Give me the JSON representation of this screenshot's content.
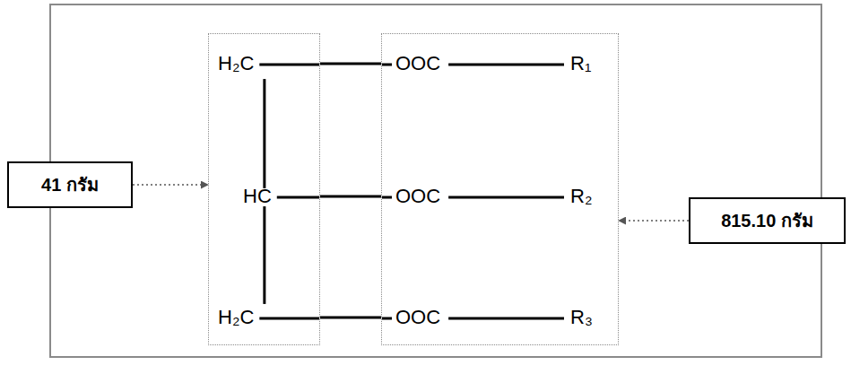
{
  "diagram": {
    "nodes": [
      {
        "text": [
          "41 กรัม"
        ]
      },
      {
        "text": [
          "H₂C",
          "HC",
          "H₂C"
        ]
      },
      {
        "text": [
          "OOC",
          "R₁",
          "OOC",
          "R₂",
          "OOC",
          "R₃"
        ]
      },
      {
        "text": [
          "815.10 กรัม"
        ]
      }
    ],
    "edges": [
      {
        "from": 0,
        "to": 1,
        "arrow": "to"
      },
      {
        "from": 3,
        "to": 2,
        "arrow": "to"
      },
      {
        "from": 1,
        "to": 2,
        "arrow": "none"
      },
      {
        "from": 1,
        "to": 2,
        "arrow": "none"
      },
      {
        "from": 1,
        "to": 2,
        "arrow": "none"
      }
    ]
  }
}
